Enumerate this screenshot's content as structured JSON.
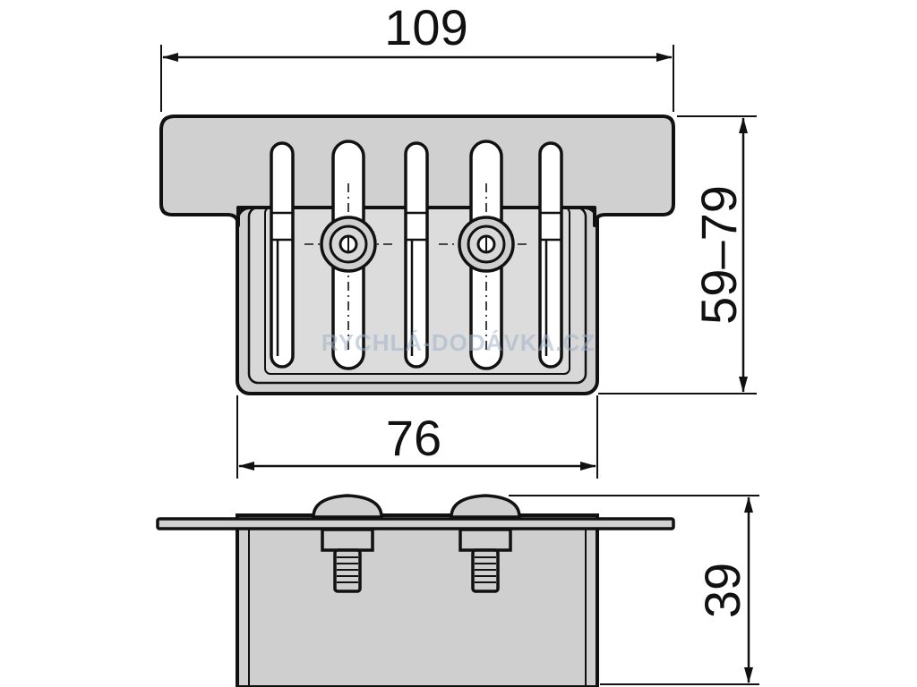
{
  "dimensions": {
    "overall_width": "109",
    "height_range": "59–79",
    "body_width": "76",
    "depth": "39"
  },
  "watermark": "RYCHLÁ-DODÁVKA.CZ",
  "colors": {
    "line": "#111111",
    "fill": "#cfcfcf",
    "fill_light": "#dcdcdc",
    "slot": "#ffffff"
  }
}
